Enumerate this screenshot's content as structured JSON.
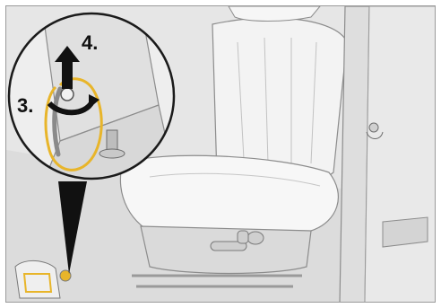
{
  "illustration": {
    "subject": "seat-adjustment-callout",
    "steps": [
      {
        "id": "step-3",
        "label": "3."
      },
      {
        "id": "step-4",
        "label": "4."
      }
    ]
  },
  "colors": {
    "callout_cable": "#e8b52a",
    "arrow": "#111111",
    "background": "#ececec"
  }
}
